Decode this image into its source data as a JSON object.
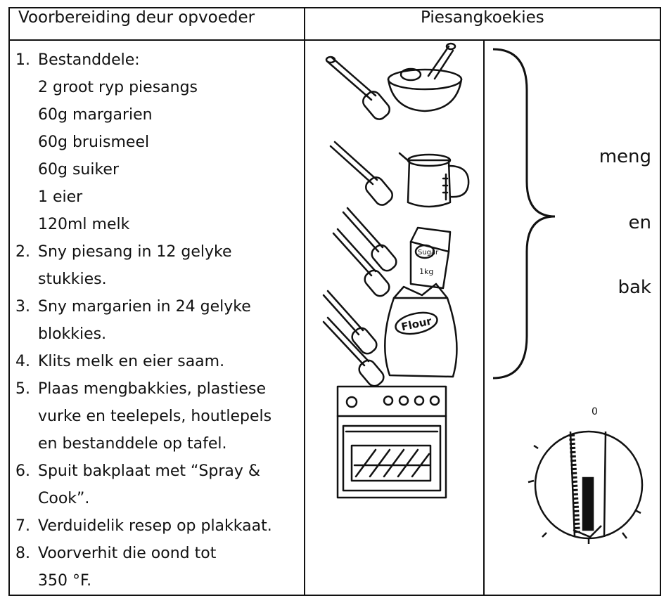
{
  "header": {
    "left": "Voorbereiding deur opvoeder",
    "right": "Piesangkoekies"
  },
  "steps": [
    {
      "num": "1.",
      "text": "Bestanddele:",
      "ingredients": [
        "2 groot ryp piesangs",
        "60g margarien",
        "60g bruismeel",
        "60g suiker",
        "1 eier",
        "120ml melk"
      ]
    },
    {
      "num": "2.",
      "text": "Sny piesang in 12 gelyke",
      "cont": "stukkies."
    },
    {
      "num": "3.",
      "text": "Sny margarien in 24 gelyke",
      "cont": "blokkies."
    },
    {
      "num": "4.",
      "text": "Klits melk en eier saam."
    },
    {
      "num": "5.",
      "text": "Plaas mengbakkies, plastiese",
      "cont": "vurke en teelepels, houtlepels",
      "cont2": "en bestanddele op tafel."
    },
    {
      "num": "6.",
      "text": "Spuit bakplaat met “Spray &",
      "cont": "Cook”."
    },
    {
      "num": "7.",
      "text": "Verduidelik resep op plakkaat."
    },
    {
      "num": "8.",
      "text": "Voorverhit die oond tot",
      "cont": "350 °F."
    }
  ],
  "instructions_right": {
    "word1": "meng",
    "word2": "en",
    "word3": "bak"
  },
  "illustrations": {
    "sugar_label": "Sugar",
    "sugar_weight": "1kg",
    "flour_label": "Flour",
    "dial_mark": "0"
  }
}
